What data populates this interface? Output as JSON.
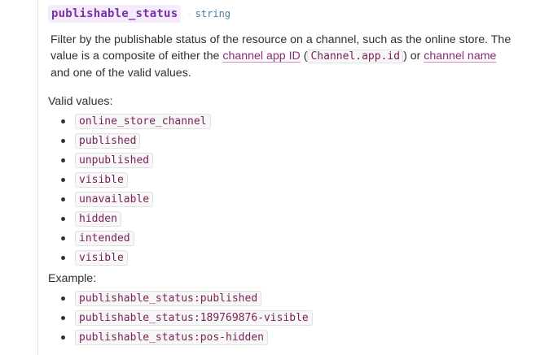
{
  "field": {
    "name": "publishable_status",
    "separator": "·",
    "type": "string"
  },
  "description": {
    "part1": "Filter by the publishable status of the resource on a channel, such as the online store. The value is a composite of either the ",
    "link1": "channel app ID",
    "part2": " (",
    "code1": "Channel.app.id",
    "part3": ") or ",
    "link2": "channel name",
    "part4": " and one of the valid values."
  },
  "valid_values": {
    "label": "Valid values:",
    "items": [
      "online_store_channel",
      "published",
      "unpublished",
      "visible",
      "unavailable",
      "hidden",
      "intended",
      "visible"
    ]
  },
  "example": {
    "label": "Example:",
    "items": [
      "publishable_status:published",
      "publishable_status:189769876-visible",
      "publishable_status:pos-hidden"
    ]
  }
}
